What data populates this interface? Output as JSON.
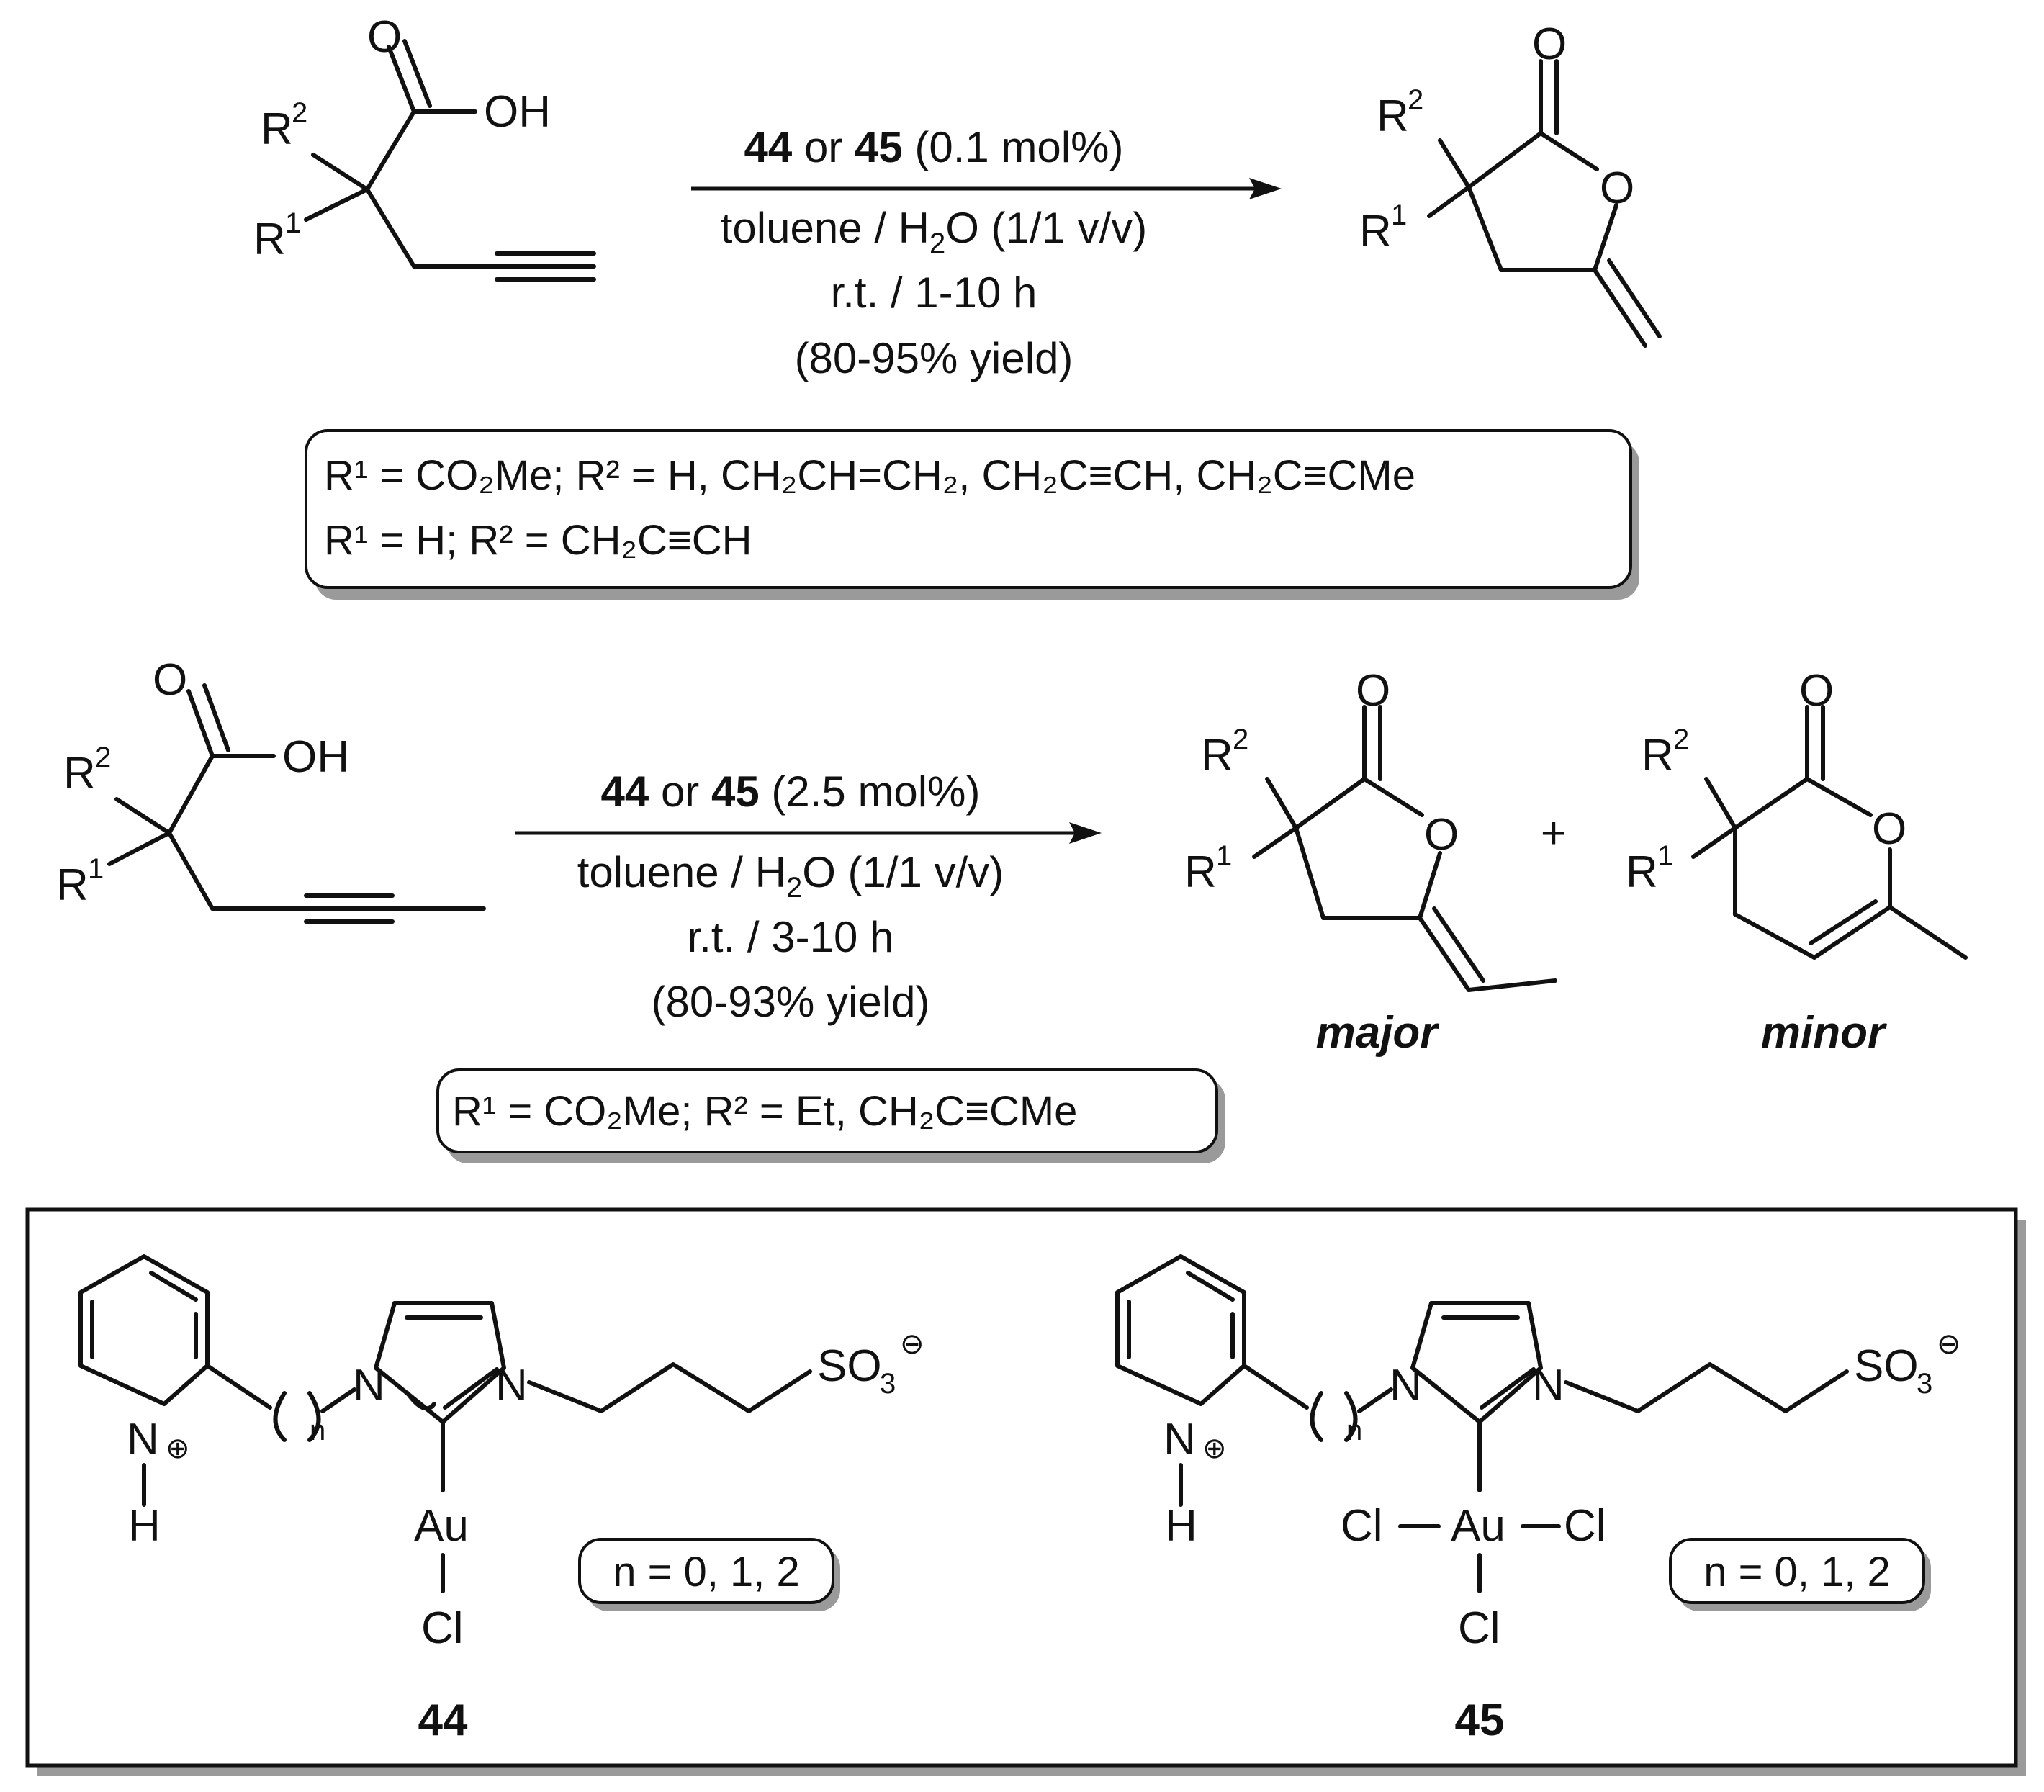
{
  "scheme1": {
    "sm_labels": {
      "o": "O",
      "oh": "OH",
      "r2": "R",
      "r2_sup": "2",
      "r1": "R",
      "r1_sup": "1"
    },
    "catalyst_a": "44",
    "catalyst_or": "or",
    "catalyst_b": "45",
    "loading": "(0.1 mol%)",
    "solvent_pre": "toluene / H",
    "solvent_sub": "2",
    "solvent_post": "O (1/1 v/v)",
    "time": "r.t. / 1-10 h",
    "yield": "(80-95% yield)",
    "product_labels": {
      "o_carbonyl": "O",
      "o_ring": "O",
      "r2": "R",
      "r2_sup": "2",
      "r1": "R",
      "r1_sup": "1"
    },
    "scope_line1": "R¹ = CO₂Me; R² = H, CH₂CH=CH₂, CH₂C≡CH, CH₂C≡CMe",
    "scope_line2": "R¹ = H; R² = CH₂C≡CH"
  },
  "scheme2": {
    "sm_labels": {
      "o": "O",
      "oh": "OH",
      "r2": "R",
      "r2_sup": "2",
      "r1": "R",
      "r1_sup": "1"
    },
    "catalyst_a": "44",
    "catalyst_or": "or",
    "catalyst_b": "45",
    "loading": "(2.5 mol%)",
    "solvent_pre": "toluene / H",
    "solvent_sub": "2",
    "solvent_post": "O (1/1 v/v)",
    "time": "r.t. / 3-10 h",
    "yield": "(80-93% yield)",
    "plus": "+",
    "major_label": "major",
    "minor_label": "minor",
    "major_labels": {
      "o_carbonyl": "O",
      "o_ring": "O",
      "r2": "R",
      "r2_sup": "2",
      "r1": "R",
      "r1_sup": "1"
    },
    "minor_labels": {
      "o_carbonyl": "O",
      "o_ring": "O",
      "r2": "R",
      "r2_sup": "2",
      "r1": "R",
      "r1_sup": "1"
    },
    "scope_line1": "R¹ = CO₂Me; R² = Et, CH₂C≡CMe"
  },
  "catalysts": {
    "c44": {
      "id": "44",
      "atom_n_py": "N",
      "atom_h": "H",
      "charge_plus": "⊕",
      "chain_n": "n",
      "atom_n1": "N",
      "atom_n2": "N",
      "so3": "SO",
      "so3_sub": "3",
      "charge_minus": "⊖",
      "metal": "Au",
      "cl_bottom": "Cl",
      "n_values": "n = 0, 1, 2"
    },
    "c45": {
      "id": "45",
      "atom_n_py": "N",
      "atom_h": "H",
      "charge_plus": "⊕",
      "chain_n": "n",
      "atom_n1": "N",
      "atom_n2": "N",
      "so3": "SO",
      "so3_sub": "3",
      "charge_minus": "⊖",
      "metal": "Au",
      "cl_left": "Cl",
      "cl_right": "Cl",
      "cl_bottom": "Cl",
      "n_values": "n = 0, 1, 2"
    }
  }
}
